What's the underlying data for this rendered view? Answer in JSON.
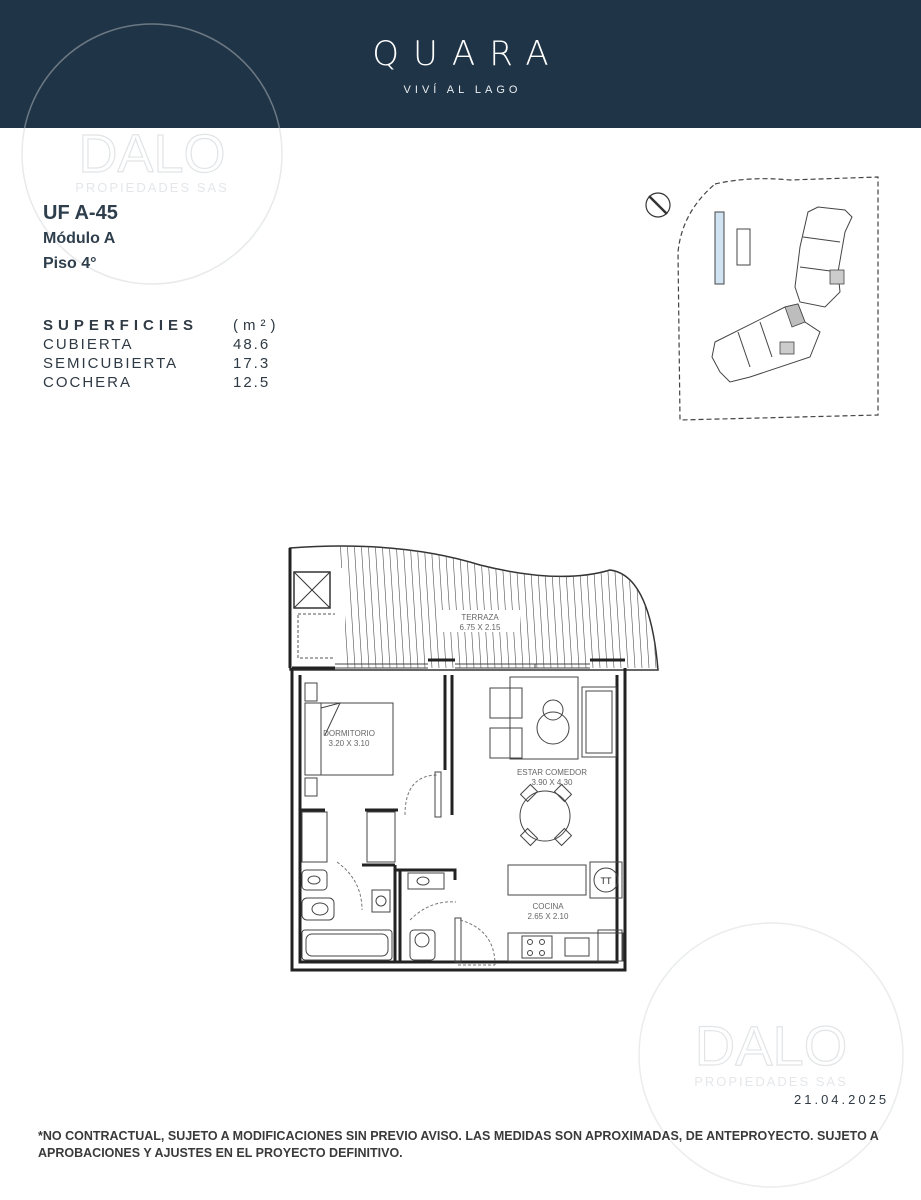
{
  "header": {
    "brand": "QUARA",
    "tagline": "VIVÍ AL LAGO"
  },
  "unit": {
    "code": "UF A-45",
    "module": "Módulo A",
    "floor": "Piso 4°"
  },
  "surfaces": {
    "heading": "SUPERFICIES",
    "unit": "(m²)",
    "rows": [
      {
        "label": "CUBIERTA",
        "value": "48.6"
      },
      {
        "label": "SEMICUBIERTA",
        "value": "17.3"
      },
      {
        "label": "COCHERA",
        "value": "12.5"
      }
    ]
  },
  "floorplan": {
    "terrace": {
      "name": "TERRAZA",
      "size": "6.75 X 2.15"
    },
    "bedroom": {
      "name": "DORMITORIO",
      "size": "3.20 X 3.10"
    },
    "living": {
      "name": "ESTAR COMEDOR",
      "size": "3.90 X 4.30"
    },
    "kitchen": {
      "name": "COCINA",
      "size": "2.65 X 2.10"
    },
    "tt_label": "TT"
  },
  "watermark": {
    "name": "DALO",
    "subtitle": "PROPIEDADES SAS"
  },
  "date": "21.04.2025",
  "disclaimer": "*NO CONTRACTUAL, SUJETO A MODIFICACIONES SIN PREVIO AVISO. LAS MEDIDAS SON APROXIMADAS, DE ANTEPROYECTO. SUJETO A APROBACIONES Y AJUSTES EN EL PROYECTO DEFINITIVO.",
  "colors": {
    "header_bg": "#1f3446",
    "accent": "#2e3e4c"
  }
}
